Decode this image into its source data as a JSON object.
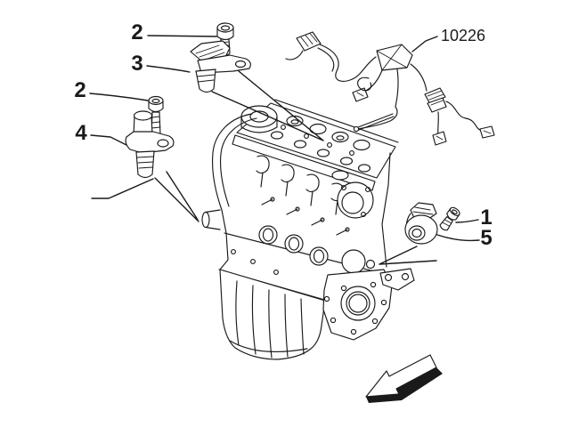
{
  "colors": {
    "line": "#1a1a1a",
    "background": "#ffffff"
  },
  "callouts": {
    "camshaft_bolt": "2",
    "camshaft_sensor": "3",
    "crankshaft_bolt": "2",
    "crankshaft_sensor": "4",
    "knock_bolt": "1",
    "knock_sensor": "5",
    "harness_part_number": "10226"
  }
}
